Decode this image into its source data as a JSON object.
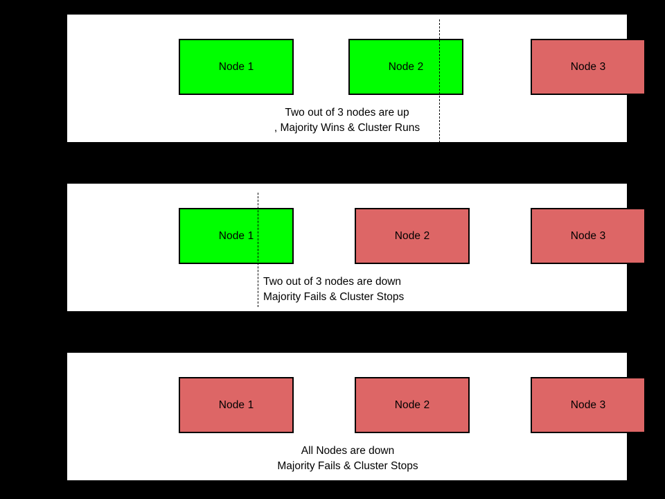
{
  "diagram": {
    "title": "Cluster quorum / majority scenarios",
    "colors": {
      "background": "#000000",
      "panel": "#ffffff",
      "node_up": "#00ff00",
      "node_down": "#dd6666",
      "outline": "#000000",
      "text": "#000000"
    },
    "panels": [
      {
        "id": "panel-1",
        "nodes": [
          {
            "label": "Node 1",
            "state": "up"
          },
          {
            "label": "Node 2",
            "state": "up"
          },
          {
            "label": "Node 3",
            "state": "down"
          }
        ],
        "divider": {
          "present": true,
          "position": "between-node-2-and-node-3"
        },
        "caption": {
          "line1": "Two out of 3 nodes are up",
          "line2": ", Majority Wins & Cluster Runs"
        }
      },
      {
        "id": "panel-2",
        "nodes": [
          {
            "label": "Node 1",
            "state": "up"
          },
          {
            "label": "Node 2",
            "state": "down"
          },
          {
            "label": "Node 3",
            "state": "down"
          }
        ],
        "divider": {
          "present": true,
          "position": "between-node-1-and-node-2"
        },
        "caption": {
          "line1": "Two out of 3 nodes are down",
          "line2": "Majority Fails & Cluster Stops"
        }
      },
      {
        "id": "panel-3",
        "nodes": [
          {
            "label": "Node 1",
            "state": "down"
          },
          {
            "label": "Node 2",
            "state": "down"
          },
          {
            "label": "Node 3",
            "state": "down"
          }
        ],
        "divider": {
          "present": false,
          "position": ""
        },
        "caption": {
          "line1": "All Nodes are down",
          "line2": "Majority Fails & Cluster Stops"
        }
      }
    ]
  }
}
